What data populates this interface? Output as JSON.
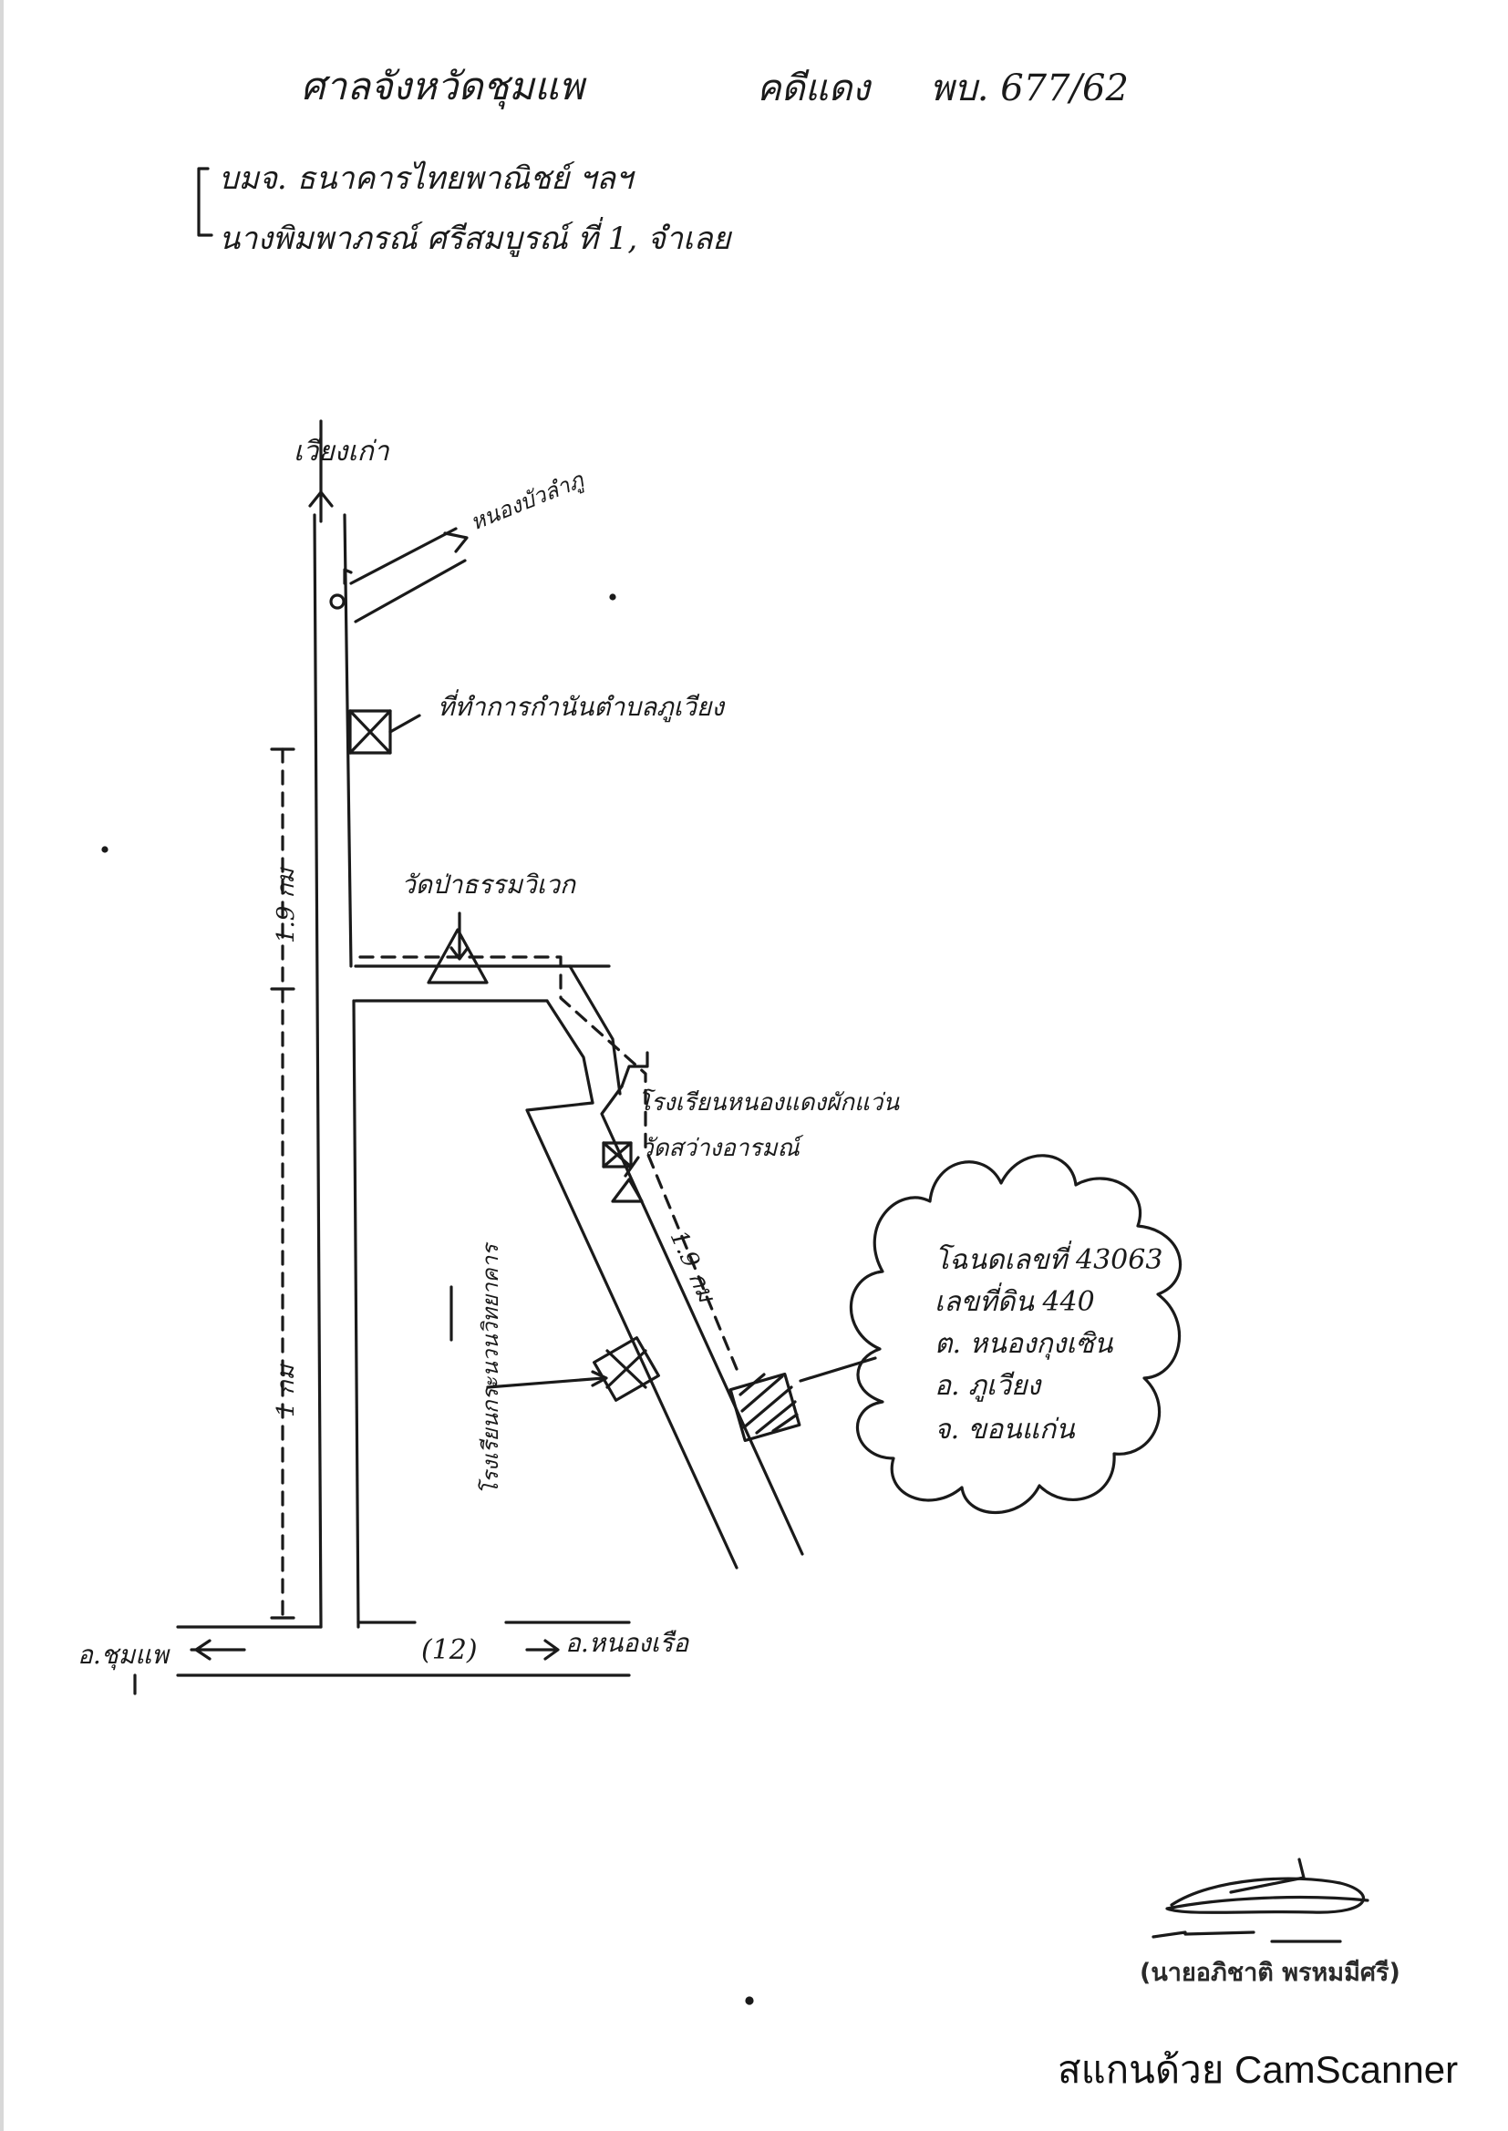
{
  "header": {
    "line1_court": "ศาลจังหวัดชุมแพ",
    "line1_case_type": "คดีแดง",
    "line1_case_no": "พบ. 677/62",
    "line2": "บมจ. ธนาคารไทยพาณิชย์ ฯลฯ",
    "line3": "นางพิมพาภรณ์ ศรีสมบูรณ์ ที่ 1, จำเลย"
  },
  "map": {
    "north_label": "เวียงเก่า",
    "branch_label": "หนองบัวลำภู",
    "office_label": "ที่ทำการกำนันตำบลภูเวียง",
    "temple_label": "วัดป่าธรรมวิเวก",
    "school_label": "โรงเรียนหนองแดงผักแว่น",
    "temple2_label": "วัดสว่างอารมณ์",
    "vertical_school_label": "โรงเรียนกระนวนวิทยาคาร",
    "dist_upper": "1.9 กม",
    "dist_lower": "1 กม",
    "dist_diag": "1.9 กม",
    "road_number": "(12)",
    "left_dest": "อ.ชุมแพ",
    "right_dest": "อ.หนองเรือ"
  },
  "parcel": {
    "deed": "โฉนดเลขที่ 43063",
    "land_no": "เลขที่ดิน 440",
    "subdistrict": "ต. หนองกุงเซิน",
    "district": "อ. ภูเวียง",
    "province": "จ. ขอนแก่น"
  },
  "signature": {
    "name": "(นายอภิชาติ พรหมมีศรี)"
  },
  "watermark": "สแกนด้วย CamScanner"
}
